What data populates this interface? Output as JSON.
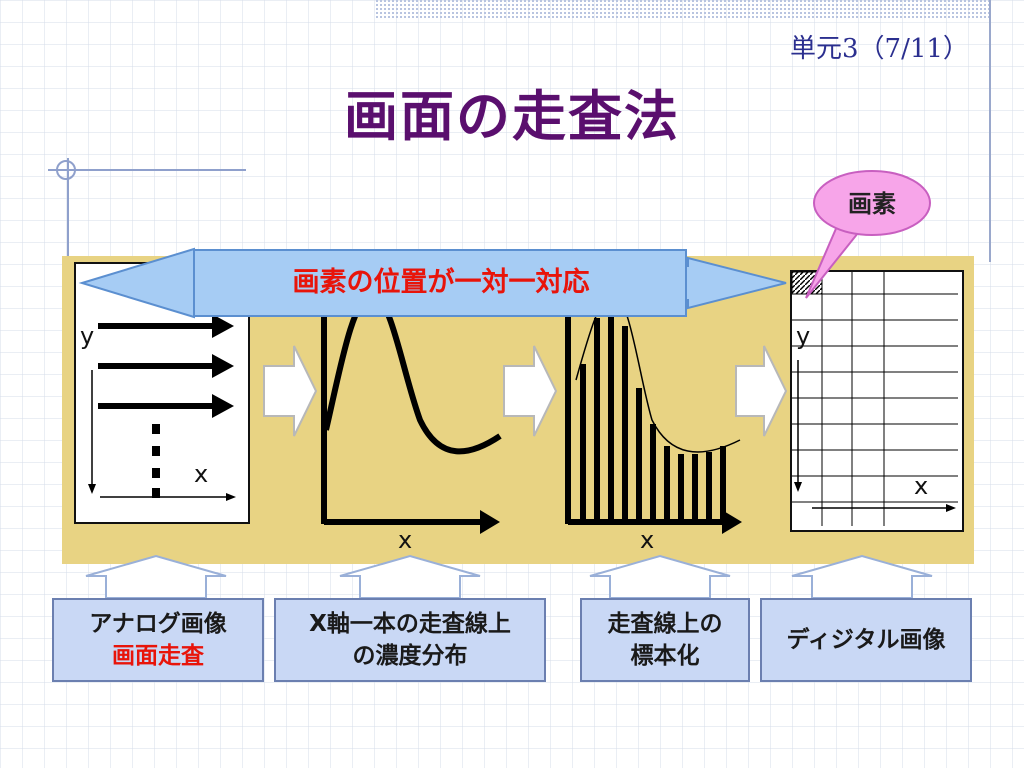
{
  "slide": {
    "unit_label": "単元3（7/11）",
    "title": "画面の走査法"
  },
  "diagram": {
    "correspondence_label": "画素の位置が一対一対応",
    "pixel_bubble_label": "画素",
    "analog_axis_x": "x",
    "analog_axis_y": "y",
    "profile_axis_x": "x",
    "sampled_axis_x": "x",
    "digital_axis_x": "x",
    "digital_axis_y": "y"
  },
  "captions": {
    "analog": {
      "line1": "アナログ画像",
      "line2": "画面走査"
    },
    "profile": {
      "line1": "X軸一本の走査線上",
      "line2": "の濃度分布"
    },
    "sampled": {
      "line1": "走査線上の",
      "line2": "標本化"
    },
    "digital": {
      "line1": "ディジタル画像"
    }
  },
  "colors": {
    "title": "#5a0f6e",
    "accent_red": "#e8140a",
    "stage_bg": "#e8d383",
    "callout_blue": "#a6ccf4",
    "caption_bg": "#c9d8f5",
    "bubble_pink": "#f7a5e9"
  }
}
